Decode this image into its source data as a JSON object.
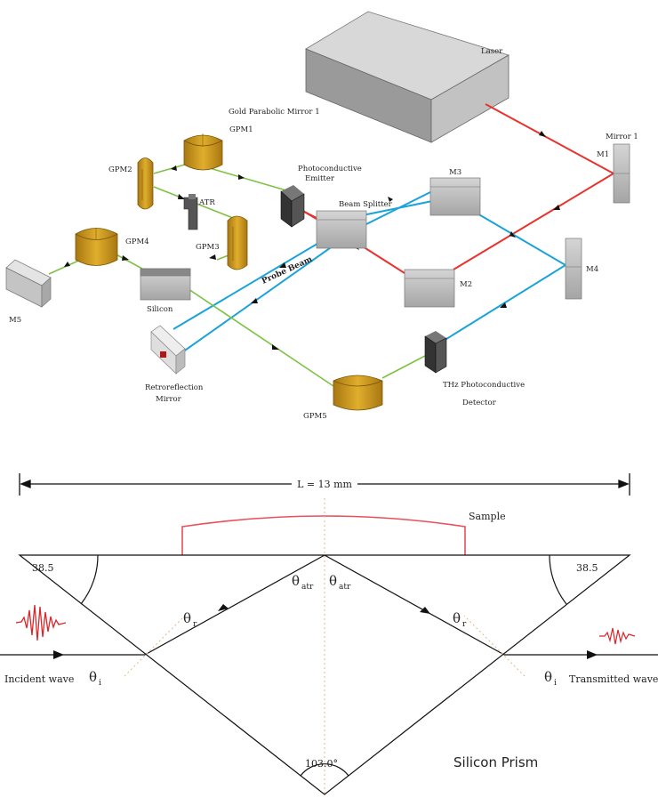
{
  "setup": {
    "laser": "Laser",
    "gold_parabolic_mirror_1": "Gold Parabolic Mirror 1",
    "gpm1": "GPM1",
    "gpm2": "GPM2",
    "gpm3": "GPM3",
    "gpm4": "GPM4",
    "gpm5": "GPM5",
    "atr": "ATR",
    "m1_caption": "Mirror 1",
    "m1": "M1",
    "m2": "M2",
    "m3": "M3",
    "m4": "M4",
    "m5": "M5",
    "photoconductive_emitter_line1": "Photoconductive",
    "photoconductive_emitter_line2": "Emitter",
    "beam_splitter": "Beam Splitter",
    "probe_beam": "Probe Beam",
    "silicon": "Silicon",
    "retroreflection_line1": "Retroreflection",
    "retroreflection_line2": "Mirror",
    "thz_detector_line1": "THz Photoconductive",
    "thz_detector_line2": "Detector"
  },
  "prism": {
    "length_label": "L = 13 mm",
    "sample_label": "Sample",
    "angle_left": "38.5",
    "angle_right": "38.5",
    "apex_angle": "103.0°",
    "theta": "θ",
    "sub_atr": "atr",
    "sub_r": "r",
    "sub_i": "i",
    "incident_wave": "Incident wave",
    "transmitted_wave": "Transmitted wave",
    "title": "Silicon Prism"
  },
  "colors": {
    "laser_beam": "#e8322d",
    "probe_beam": "#1aa3d9",
    "thz_beam": "#7dc243",
    "gold": "#c9951a",
    "sample_outline": "#e8505a",
    "pulse": "#d9262a"
  }
}
